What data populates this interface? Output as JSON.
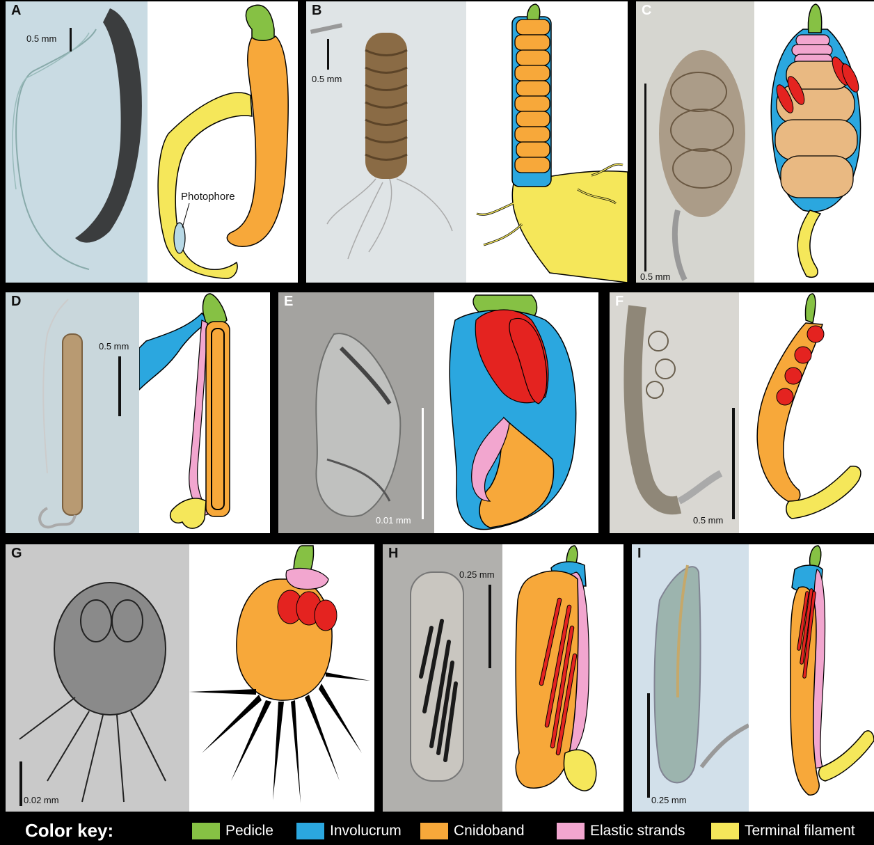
{
  "panels": [
    {
      "id": "A",
      "scale": "0.5 mm",
      "annotation": "Photophore"
    },
    {
      "id": "B",
      "scale": "0.5 mm"
    },
    {
      "id": "C",
      "scale": "0.5 mm"
    },
    {
      "id": "D",
      "scale": "0.5 mm"
    },
    {
      "id": "E",
      "scale": "0.01 mm"
    },
    {
      "id": "F",
      "scale": "0.5 mm"
    },
    {
      "id": "G",
      "scale": "0.02 mm"
    },
    {
      "id": "H",
      "scale": "0.25 mm"
    },
    {
      "id": "I",
      "scale": "0.25 mm"
    }
  ],
  "color_key": {
    "title": "Color key:",
    "items": [
      {
        "label": "Pedicle",
        "color": "#86c144"
      },
      {
        "label": "Involucrum",
        "color": "#2ba7df"
      },
      {
        "label": "Cnidoband",
        "color": "#f7a83a"
      },
      {
        "label": "Elastic strands",
        "color": "#f2a6cf"
      },
      {
        "label": "Terminal filament",
        "color": "#f5e75a"
      }
    ]
  },
  "colors": {
    "red": "#e42320",
    "photophore": "#b8d9e6"
  }
}
